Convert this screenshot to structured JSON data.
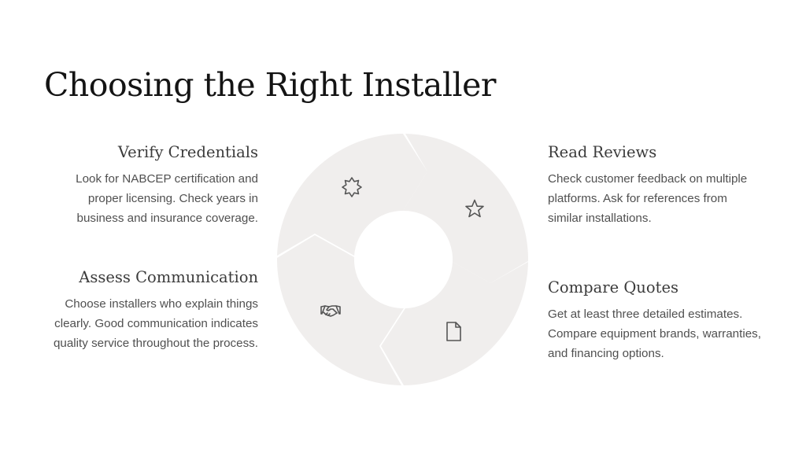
{
  "title": "Choosing the Right Installer",
  "steps": [
    {
      "heading": "Verify Credentials",
      "body": "Look for NABCEP certification and proper licensing. Check years in business and insurance coverage.",
      "icon": "badge-icon"
    },
    {
      "heading": "Read Reviews",
      "body": "Check customer feedback on multiple platforms. Ask for references from similar installations.",
      "icon": "star-icon"
    },
    {
      "heading": "Compare Quotes",
      "body": "Get at least three detailed estimates. Compare equipment brands, warranties, and financing options.",
      "icon": "document-icon"
    },
    {
      "heading": "Assess Communication",
      "body": "Choose installers who explain things clearly. Good communication indicates quality service throughout the process.",
      "icon": "handshake-icon"
    }
  ],
  "colors": {
    "segment_fill": "#f0eeed",
    "title_text": "#141414",
    "body_text": "#505050",
    "icon_stroke": "#555555"
  }
}
